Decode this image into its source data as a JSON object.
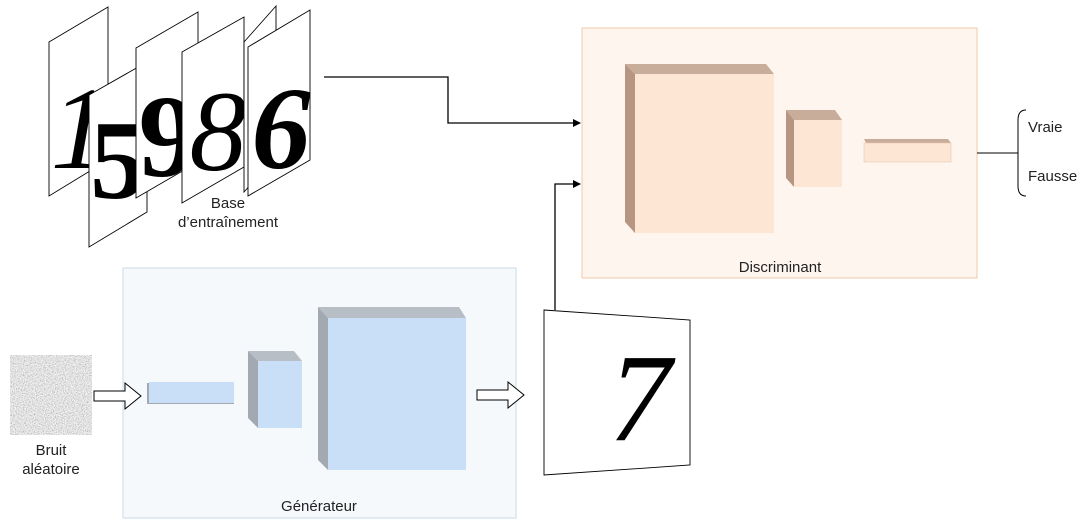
{
  "labels": {
    "training_base_line1": "Base",
    "training_base_line2": "d’entraînement",
    "discriminator": "Discriminant",
    "generator": "Générateur",
    "noise_line1": "Bruit",
    "noise_line2": "aléatoire",
    "real": "Vraie",
    "fake": "Fausse"
  },
  "training_digits": [
    "1",
    "5",
    "9",
    "8",
    "6"
  ],
  "generated_digit": "7",
  "colors": {
    "discriminator_bg": "#fdf5ee",
    "discriminator_border": "#f2c9a8",
    "discriminator_block_front": "#fde6d3",
    "discriminator_block_side": "#b69682",
    "generator_bg": "#f6f9fc",
    "generator_border": "#c9dbea",
    "generator_block_front": "#c8dff7",
    "generator_block_side": "#a3a9b1",
    "line": "#000000"
  }
}
